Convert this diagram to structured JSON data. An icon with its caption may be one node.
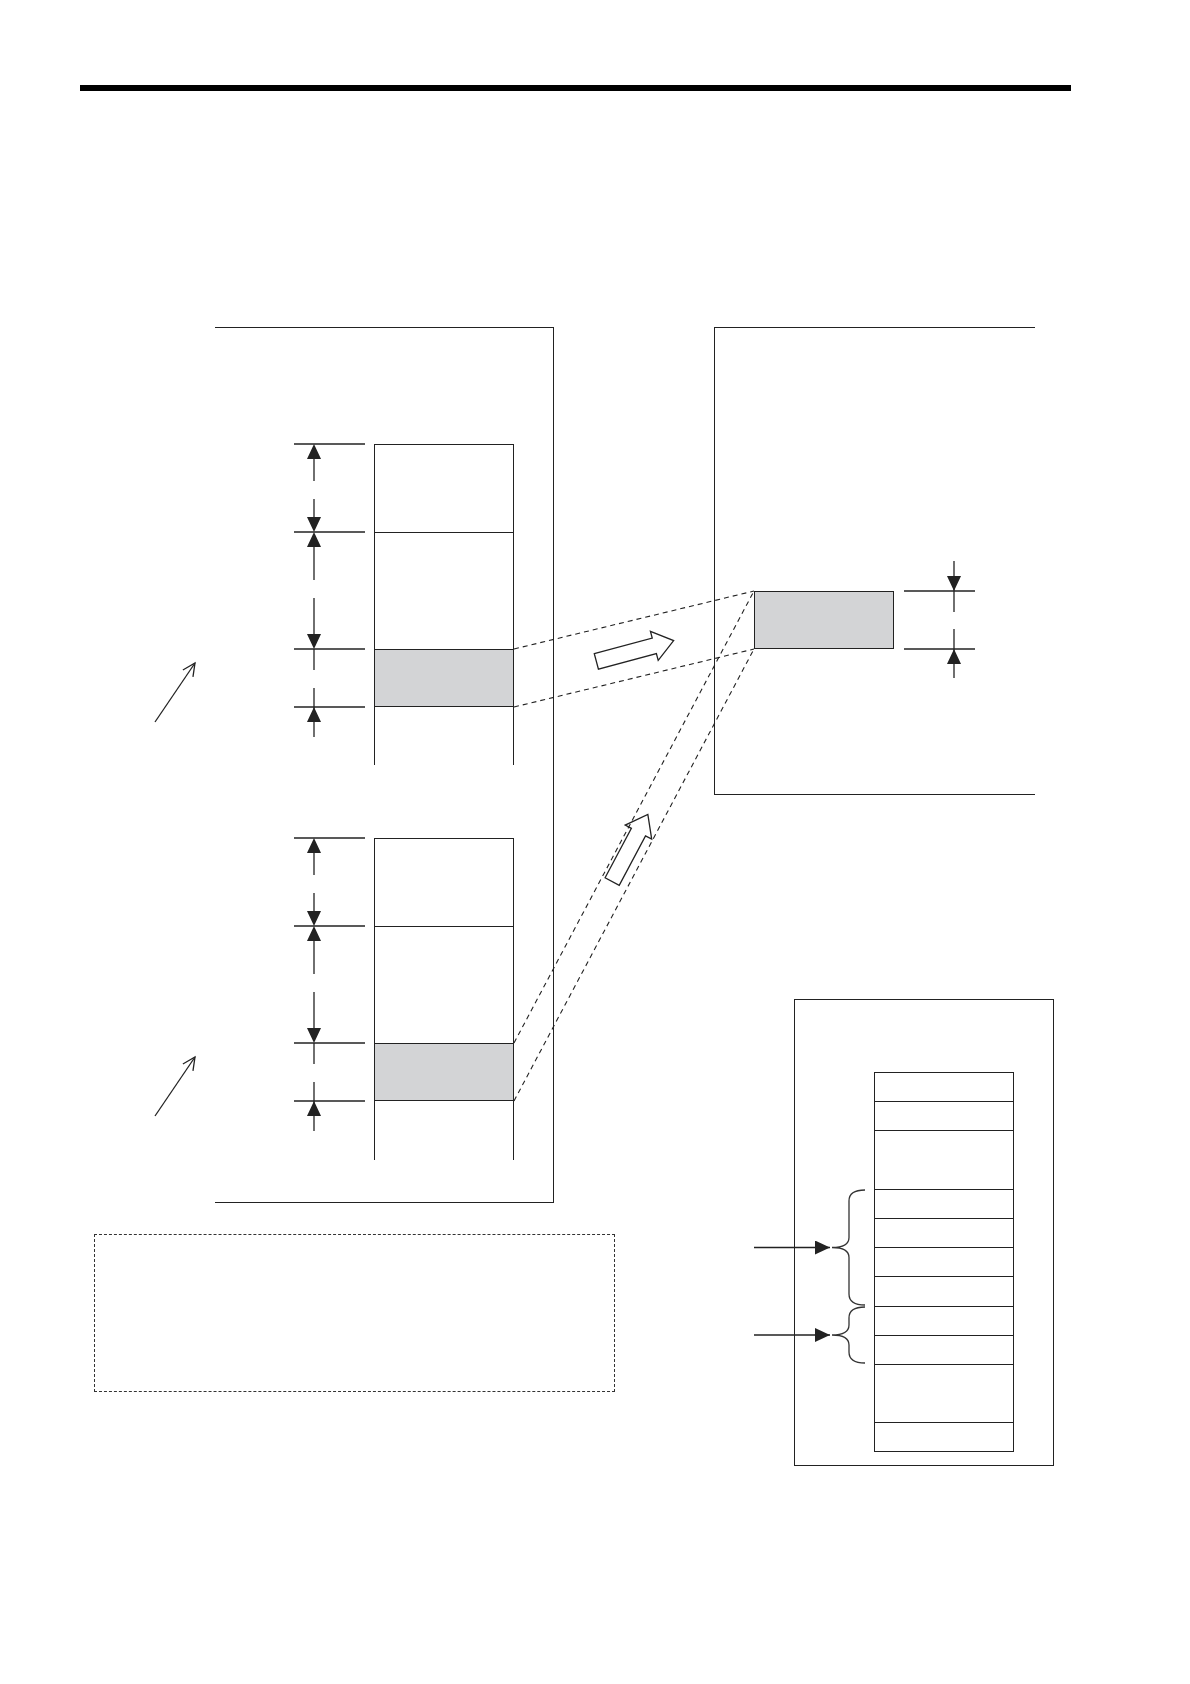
{
  "diagram": {
    "nodes": [
      {
        "text": [],
        "shape": "box"
      },
      {
        "text": [],
        "shape": "box",
        "in": 0
      },
      {
        "text": [],
        "shape": "box",
        "in": 0
      },
      {
        "text": [],
        "shape": "box",
        "in": 0
      },
      {
        "text": [],
        "shape": "box",
        "in": 0
      },
      {
        "text": [],
        "shape": "box",
        "in": 0
      },
      {
        "text": [],
        "shape": "box",
        "in": 0
      },
      {
        "text": [],
        "shape": "box",
        "in": 0
      },
      {
        "text": [],
        "shape": "box",
        "in": 0
      },
      {
        "text": [],
        "shape": "box"
      },
      {
        "text": [],
        "shape": "box",
        "in": 9
      },
      {
        "text": [],
        "shape": "box"
      },
      {
        "text": [],
        "shape": "box"
      },
      {
        "text": [],
        "shape": "box",
        "in": 12
      },
      {
        "text": [],
        "shape": "box",
        "in": 12
      },
      {
        "text": [],
        "shape": "box",
        "in": 12
      },
      {
        "text": [],
        "shape": "box",
        "in": 12
      },
      {
        "text": [],
        "shape": "box",
        "in": 12
      },
      {
        "text": [],
        "shape": "box",
        "in": 12
      },
      {
        "text": [],
        "shape": "box",
        "in": 12
      },
      {
        "text": [],
        "shape": "box",
        "in": 12
      },
      {
        "text": [],
        "shape": "box",
        "in": 12
      },
      {
        "text": [],
        "shape": "box",
        "in": 12
      },
      {
        "text": [],
        "shape": "box",
        "in": 12
      },
      {
        "text": [],
        "shape": "brace",
        "in": 12
      },
      {
        "text": [],
        "shape": "brace",
        "in": 12
      }
    ],
    "edges": [
      {
        "from": 3,
        "to": 10,
        "arrow": "none",
        "style": "dashed"
      },
      {
        "from": 3,
        "to": 10,
        "arrow": "none",
        "style": "dashed"
      },
      {
        "from": 7,
        "to": 10,
        "arrow": "none",
        "style": "dashed"
      },
      {
        "from": 7,
        "to": 10,
        "arrow": "none",
        "style": "dashed"
      },
      {
        "from": null,
        "to": 24,
        "arrow": "to"
      },
      {
        "from": null,
        "to": 25,
        "arrow": "to"
      }
    ]
  }
}
